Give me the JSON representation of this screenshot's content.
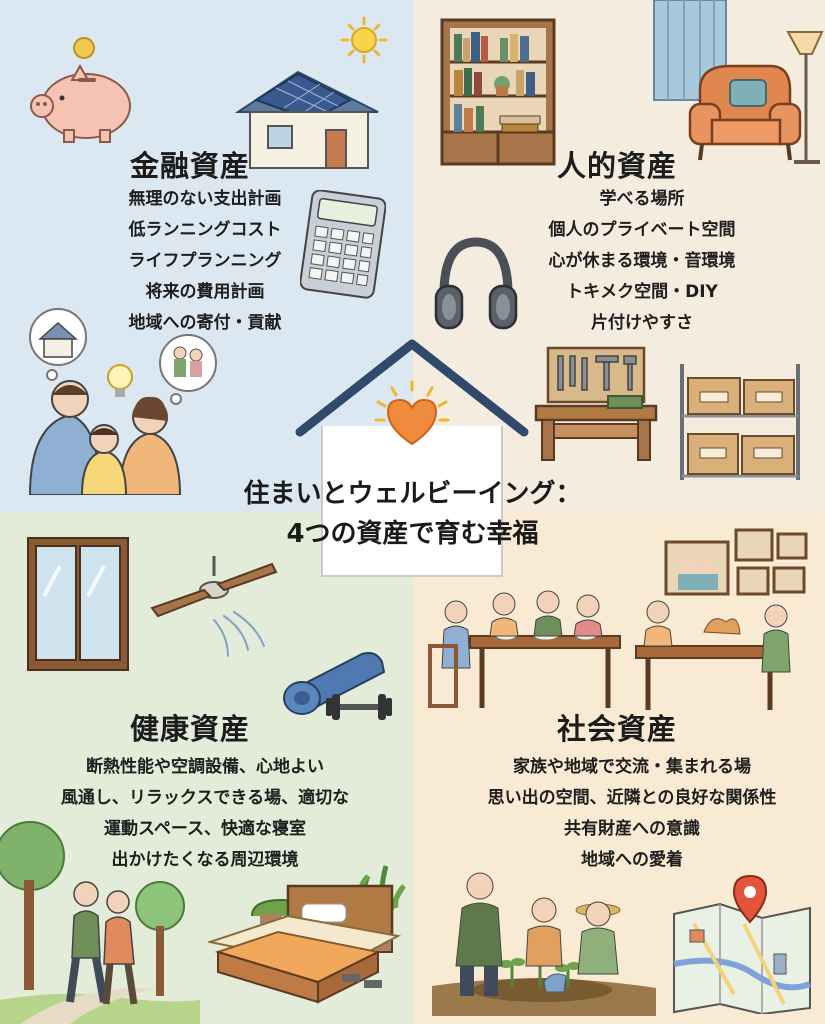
{
  "main_title": {
    "line1": "住まいとウェルビーイング：",
    "line2": "4つの資産で育む幸福"
  },
  "quadrants": {
    "financial": {
      "title": "金融資産",
      "items": [
        "無理のない支出計画",
        "低ランニングコスト",
        "ライフプランニング",
        "将来の費用計画",
        "地域への寄付・貢献"
      ],
      "icons": [
        "piggy-bank-icon",
        "solar-house-icon",
        "calculator-icon",
        "family-icon",
        "lightbulb-icon"
      ]
    },
    "human": {
      "title": "人的資産",
      "items": [
        "学べる場所",
        "個人のプライベート空間",
        "心が休まる環境・音環境",
        "トキメク空間・DIY",
        "片付けやすさ"
      ],
      "icons": [
        "bookshelf-icon",
        "armchair-icon",
        "headphones-icon",
        "workbench-icon",
        "storage-shelf-icon"
      ]
    },
    "health": {
      "title": "健康資産",
      "items": [
        "断熱性能や空調設備、心地よい",
        "風通し、リラックスできる場、適切な",
        "運動スペース、快適な寝室",
        "出かけたくなる周辺環境"
      ],
      "icons": [
        "window-icon",
        "ceiling-fan-icon",
        "yoga-mat-icon",
        "bed-icon",
        "walking-couple-icon"
      ]
    },
    "social": {
      "title": "社会資産",
      "items": [
        "家族や地域で交流・集まれる場",
        "思い出の空間、近隣との良好な関係性",
        "共有財産への意識",
        "地域への愛着"
      ],
      "icons": [
        "dining-gathering-icon",
        "photo-frames-icon",
        "community-garden-icon",
        "map-pin-icon"
      ]
    }
  },
  "colors": {
    "financial_bg": "#dbe8f1",
    "human_bg": "#f4ecde",
    "health_bg": "#e2ecd8",
    "social_bg": "#f9ead3",
    "house_roof": "#2f4a6b",
    "heart": "#f08a3c"
  }
}
